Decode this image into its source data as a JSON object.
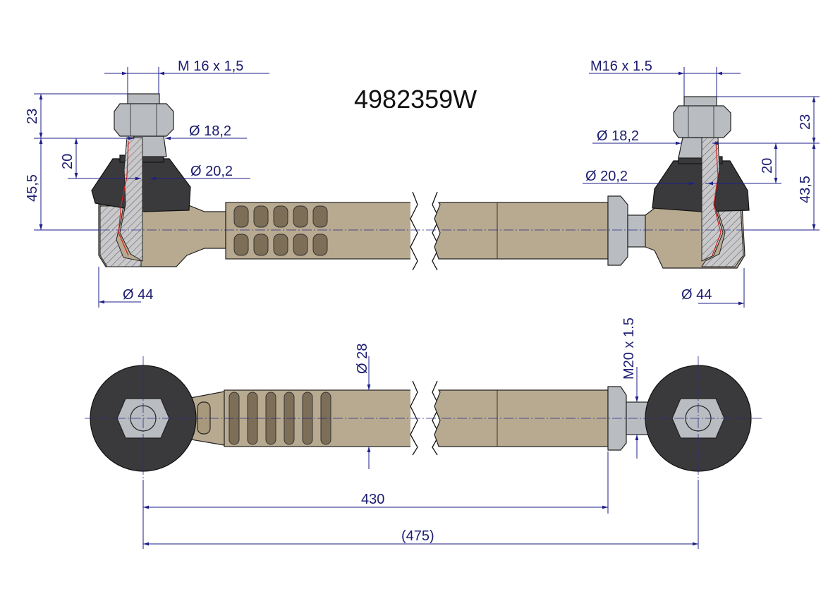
{
  "title": "4982359W",
  "top_view": {
    "left": {
      "thread": "M 16 x 1,5",
      "dia_upper": "Ø 18,2",
      "dia_lower": "Ø 20,2",
      "height_top": "23",
      "height_mid": "20",
      "height_total": "45,5",
      "dia_housing": "Ø 44"
    },
    "right": {
      "thread": "M16 x 1.5",
      "dia_upper": "Ø 18,2",
      "dia_lower": "Ø 20,2",
      "height_top": "23",
      "height_mid": "20",
      "height_total": "43,5",
      "dia_housing": "Ø 44"
    }
  },
  "bottom_view": {
    "tube_dia": "Ø 28",
    "adjust_thread": "M20 x 1.5",
    "length_centers": "430",
    "length_overall": "(475)"
  },
  "colors": {
    "dimension": "#1e1e8a",
    "metal": "#b8aa90",
    "rubber": "#3a3a3c"
  }
}
